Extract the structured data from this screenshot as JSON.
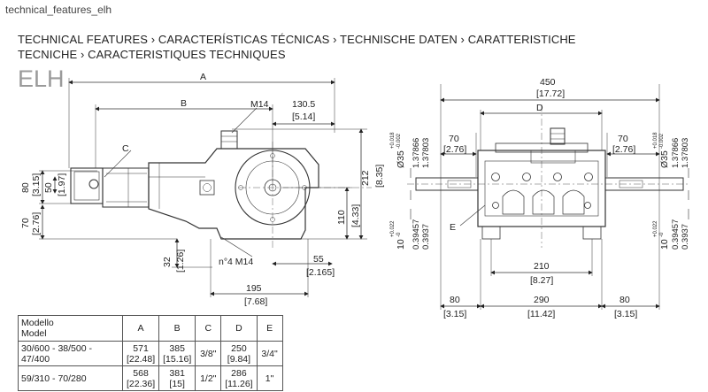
{
  "file_label": "technical_features_elh",
  "heading": "TECHNICAL FEATURES › CARACTERÍSTICAS TÉCNICAS › TECHNISCHE DATEN ›  CARATTERISTICHE TECNICHE › CARACTERISTIQUES TECHNIQUES",
  "model": "ELH",
  "side_view": {
    "A": "A",
    "B": "B",
    "C": "C",
    "d130": "130.5",
    "d130_in": "[5.14]",
    "m14": "M14",
    "n4m14": "n°4 M14",
    "d212": "212",
    "d212_in": "[8.35]",
    "d110": "110",
    "d110_in": "[4.33]",
    "d80": "80",
    "d80_in": "[3.15]",
    "d50": "50",
    "d50_in": "[1.97]",
    "d70": "70",
    "d70_in": "[2.76]",
    "d32": "32",
    "d32_in": "[1.26]",
    "d55": "55",
    "d55_in": "[2.165]",
    "d195": "195",
    "d195_in": "[7.68]"
  },
  "front_view": {
    "d450": "450",
    "d450_in": "[17.72]",
    "D": "D",
    "E": "E",
    "d70l": "70",
    "d70l_in": "[2.76]",
    "d70r": "70",
    "d70r_in": "[2.76]",
    "shaft_l": "Ø35",
    "shaft_l_tol_up": "+0.018",
    "shaft_l_tol_dn": "-0.002",
    "shaft_l_in1": "1.37866",
    "shaft_l_in2": "1.37803",
    "shaft_r": "Ø35",
    "shaft_r_tol_up": "+0.018",
    "shaft_r_tol_dn": "-0.002",
    "shaft_r_in1": "1.37866",
    "shaft_r_in2": "1.37803",
    "key_l": "10",
    "key_l_tol_up": "+0.022",
    "key_l_tol_dn": "-0",
    "key_l_in1": "0.39457",
    "key_l_in2": "0.3937",
    "key_r": "10",
    "key_r_tol_up": "+0.022",
    "key_r_tol_dn": "-0",
    "key_r_in1": "0.39457",
    "key_r_in2": "0.3937",
    "d210": "210",
    "d210_in": "[8.27]",
    "d80l": "80",
    "d80l_in": "[3.15]",
    "d290": "290",
    "d290_in": "[11.42]",
    "d80r": "80",
    "d80r_in": "[3.15]"
  },
  "table": {
    "header_model": "Modello",
    "header_model2": "Model",
    "cols": [
      "A",
      "B",
      "C",
      "D",
      "E"
    ],
    "rows": [
      {
        "model": "30/600 - 38/500 - 47/400",
        "A": "571",
        "A_in": "[22.48]",
        "B": "385",
        "B_in": "[15.16]",
        "C": "3/8\"",
        "D": "250",
        "D_in": "[9.84]",
        "E": "3/4\""
      },
      {
        "model": "59/310 - 70/280",
        "A": "568",
        "A_in": "[22.36]",
        "B": "381",
        "B_in": "[15]",
        "C": "1/2\"",
        "D": "286",
        "D_in": "[11.26]",
        "E": "1\""
      }
    ]
  }
}
